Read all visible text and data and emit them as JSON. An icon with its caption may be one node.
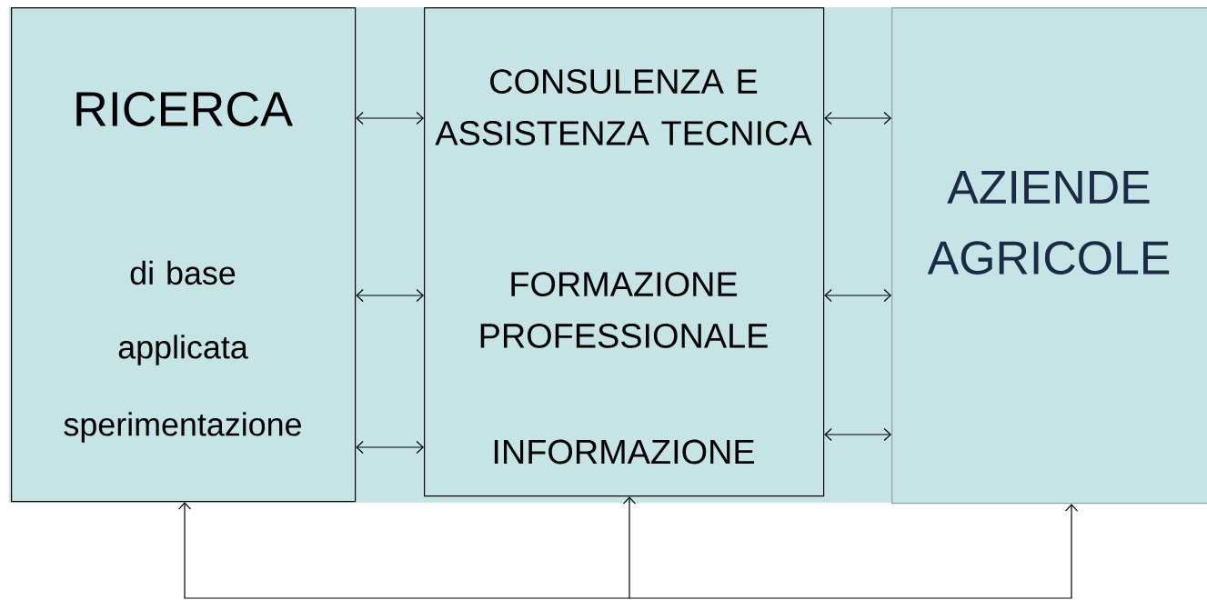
{
  "diagram": {
    "nodes": [
      {
        "text": [
          "RICERCA",
          "di base",
          "applicata",
          "sperimentazione"
        ]
      },
      {
        "text": [
          "CONSULENZA E ASSISTENZA TECNICA",
          "FORMAZIONE PROFESSIONALE",
          "INFORMAZIONE"
        ]
      },
      {
        "text": [
          "AZIENDE AGRICOLE"
        ]
      }
    ],
    "edges": [
      {
        "from": 0,
        "to": 1,
        "arrow": "both"
      },
      {
        "from": 0,
        "to": 1,
        "arrow": "both"
      },
      {
        "from": 0,
        "to": 1,
        "arrow": "both"
      },
      {
        "from": 1,
        "to": 2,
        "arrow": "both"
      },
      {
        "from": 1,
        "to": 2,
        "arrow": "both"
      },
      {
        "from": 1,
        "to": 2,
        "arrow": "both"
      },
      {
        "from": null,
        "to": 0,
        "arrow": "to"
      },
      {
        "from": null,
        "to": 1,
        "arrow": "to"
      },
      {
        "from": null,
        "to": 2,
        "arrow": "to"
      }
    ]
  }
}
